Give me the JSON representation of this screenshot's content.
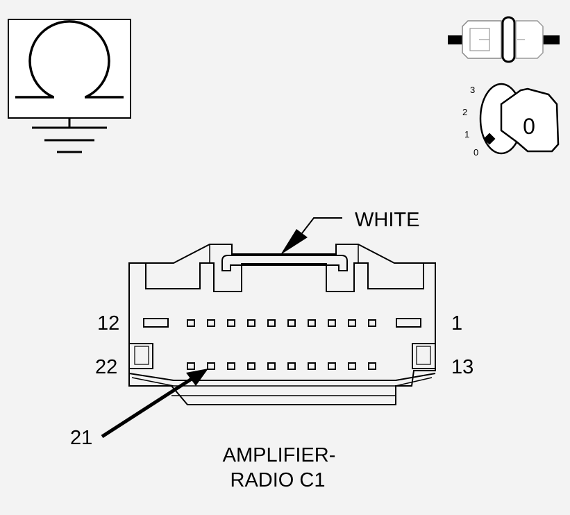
{
  "connector": {
    "callout_color": "WHITE",
    "pin_labels": {
      "top_left": "12",
      "top_right": "1",
      "bottom_left": "22",
      "bottom_right": "13",
      "pointer": "21"
    },
    "caption_line1": "AMPLIFIER-",
    "caption_line2": "RADIO C1"
  },
  "ignition_switch": {
    "positions": [
      "3",
      "2",
      "1",
      "0"
    ],
    "key_label": "0"
  },
  "icons": {
    "ground": "ohm-ground-icon",
    "fuse": "fuse-icon",
    "ignition": "ignition-key-icon"
  },
  "colors": {
    "background": "#f3f3f3",
    "line": "#000000",
    "icon_fill": "#ffffff"
  }
}
